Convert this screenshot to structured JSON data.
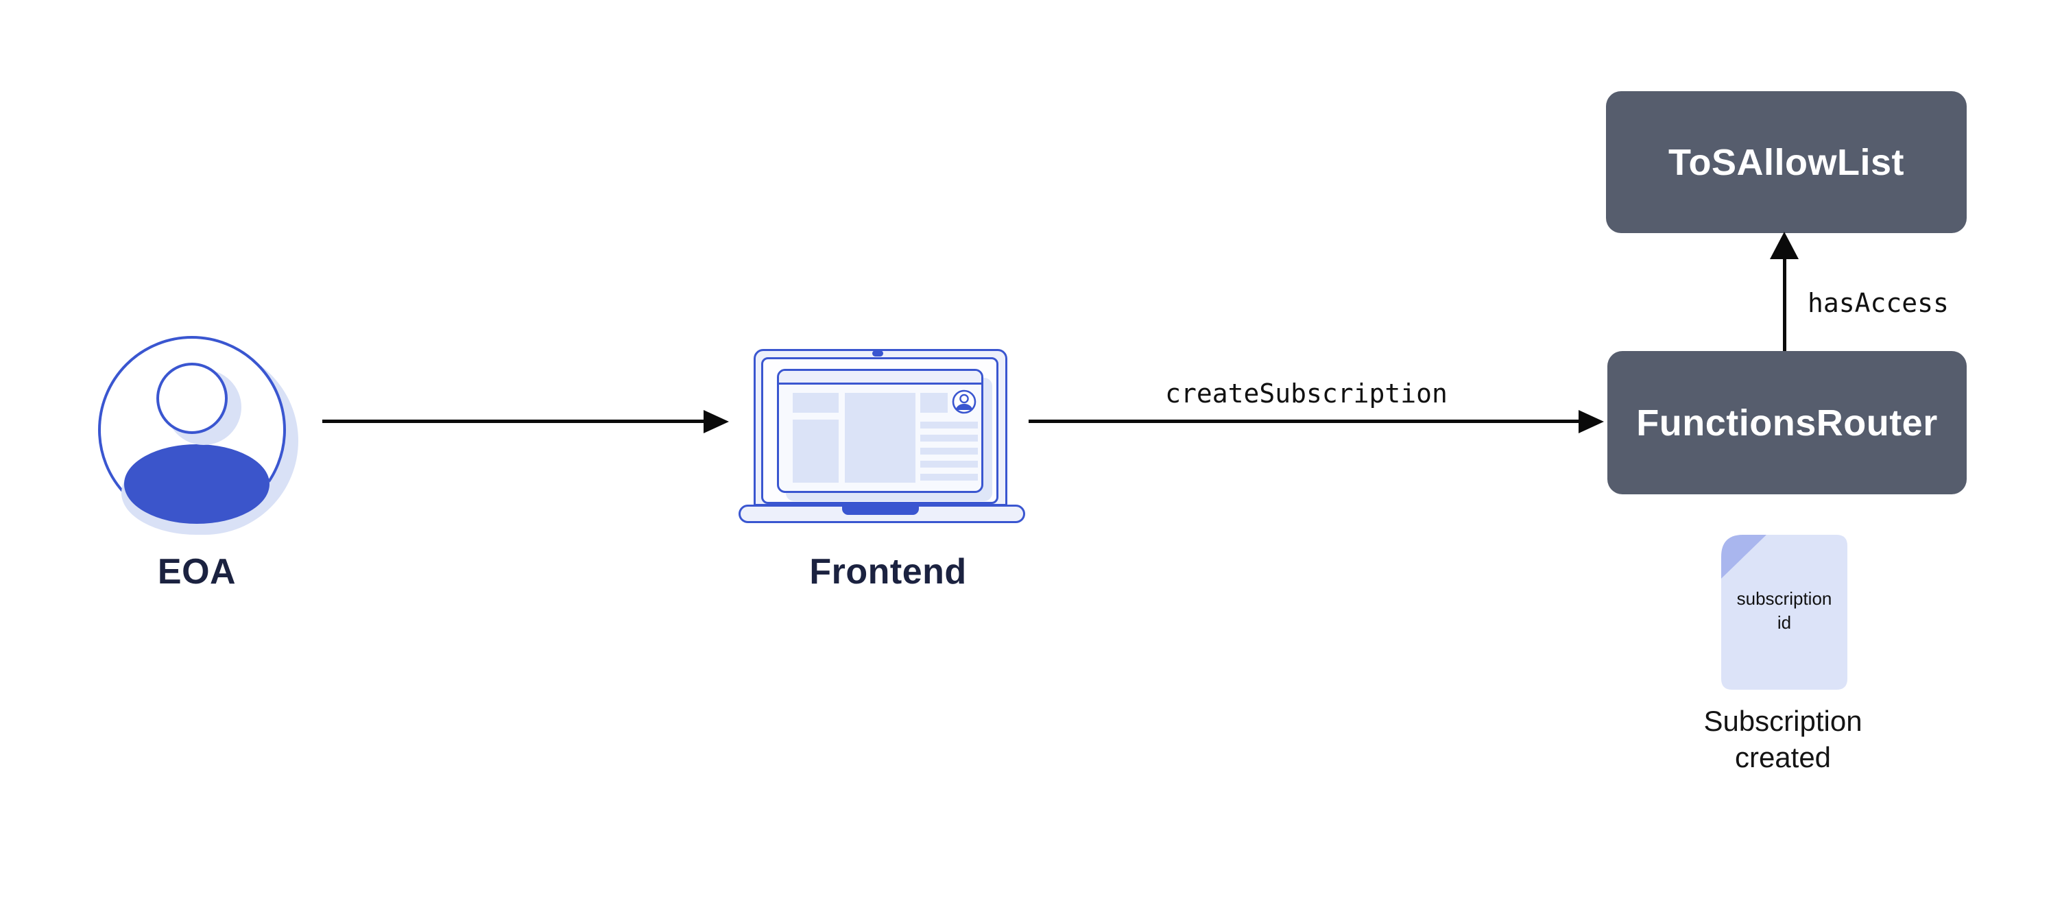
{
  "diagram": {
    "nodes": {
      "eoa": {
        "label": "EOA"
      },
      "frontend": {
        "label": "Frontend"
      },
      "tos_allow_list": {
        "label": "ToSAllowList"
      },
      "functions_router": {
        "label": "FunctionsRouter"
      },
      "subscription_doc": {
        "doc_lines": [
          "subscription",
          "id"
        ],
        "caption_lines": [
          "Subscription",
          "created"
        ]
      }
    },
    "edges": {
      "eoa_to_frontend": {
        "label": ""
      },
      "frontend_to_router": {
        "label": "createSubscription"
      },
      "router_to_allowlist": {
        "label": "hasAccess"
      }
    },
    "colors": {
      "accent_blue": "#3a56d0",
      "solid_blue": "#3b55cb",
      "panel_light": "#edf0fb",
      "block_light": "#dbe3f7",
      "shadow_light": "#d9e1f6",
      "slate": "#565d6d",
      "navy": "#1b2240",
      "doc_fill": "#dce3f8",
      "doc_fold": "#a9b6ee",
      "arrow_black": "#0a0a0a"
    }
  }
}
